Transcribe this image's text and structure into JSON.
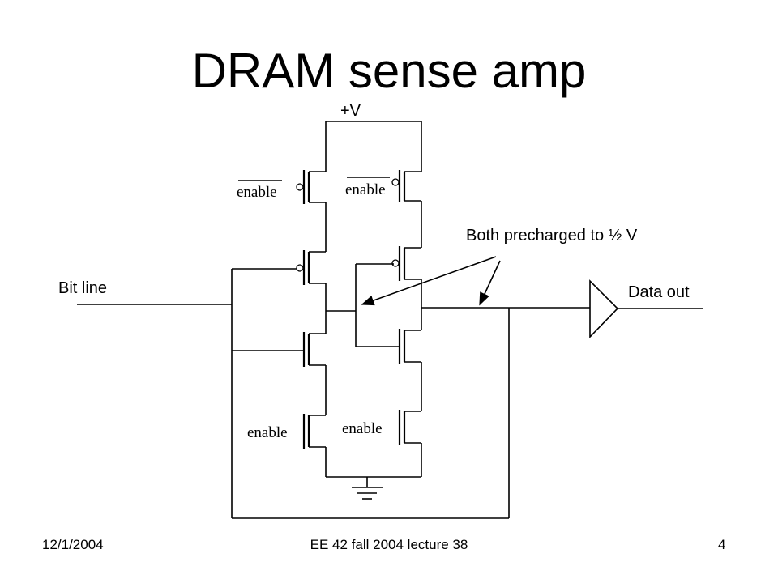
{
  "slide": {
    "title": "DRAM sense amp"
  },
  "diagram": {
    "supply_label": "+V",
    "bit_line_label": "Bit line",
    "data_out_label": "Data out",
    "precharge_note": "Both precharged to ½ V",
    "enable_bar_label": "enable",
    "enable_label": "enable"
  },
  "footer": {
    "date": "12/1/2004",
    "course": "EE 42 fall 2004 lecture 38",
    "page": "4"
  }
}
